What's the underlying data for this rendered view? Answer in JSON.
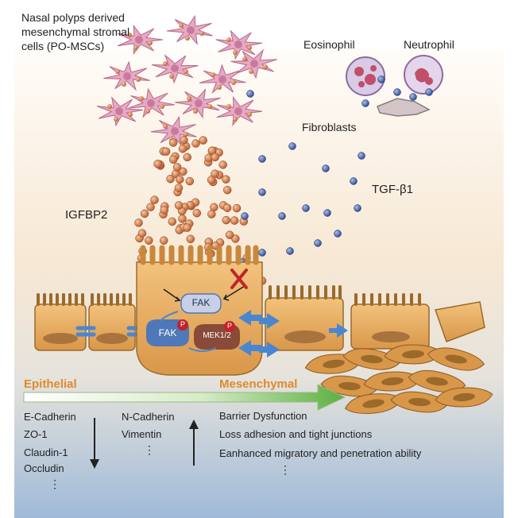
{
  "labels": {
    "mscs_line1": "Nasal polyps derived",
    "mscs_line2": "mesenchymal stromal",
    "mscs_line3": "cells (PO-MSCs)",
    "eosinophil": "Eosinophil",
    "neutrophil": "Neutrophil",
    "fibroblasts": "Fibroblasts",
    "tgf": "TGF-β1",
    "igfbp2": "IGFBP2",
    "fak_top": "FAK",
    "fak_bottom": "FAK",
    "mek": "MEK1/2",
    "p": "P"
  },
  "transition": {
    "from": "Epithelial",
    "to": "Mesenchymal"
  },
  "epithelial_markers": [
    "E-Cadherin",
    "ZO-1",
    "Claudin-1",
    "Occludin",
    "⋮"
  ],
  "mesenchymal_markers": [
    "N-Cadherin",
    "Vimentin",
    "⋮"
  ],
  "outcomes": [
    "Barrier Dysfunction",
    "Loss adhesion and tight junctions",
    "Eanhanced migratory and  penetration ability",
    "⋮"
  ],
  "colors": {
    "cell_body": "#e0a85a",
    "cell_border": "#9b6a2a",
    "igfbp2_dot": "#c9683a",
    "tgf_dot": "#3d5aa8",
    "msc_pink": "#e7a9c4",
    "fak_blue": "#4e78b8",
    "mek_brown": "#8a4a3a",
    "arrow_blue": "#4a86d0",
    "gradient_end": "#5cb040",
    "inhibit_red": "#c0242a",
    "section_orange": "#e08a2a"
  }
}
